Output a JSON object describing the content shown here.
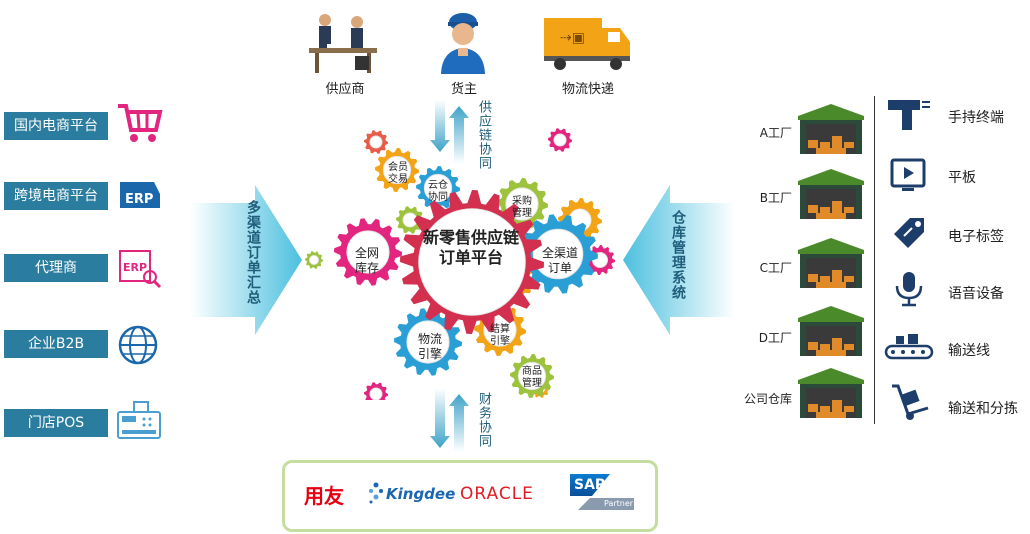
{
  "top_roles": [
    {
      "label": "供应商",
      "icon": "business-meeting-icon"
    },
    {
      "label": "货主",
      "icon": "worker-icon"
    },
    {
      "label": "物流快递",
      "icon": "delivery-truck-icon"
    }
  ],
  "left_channels": {
    "title": "多渠道订单汇总",
    "items": [
      {
        "label": "国内电商平台",
        "icon": "shopping-cart-icon"
      },
      {
        "label": "跨境电商平台",
        "icon": "erp-truck-icon"
      },
      {
        "label": "代理商",
        "icon": "erp-search-icon"
      },
      {
        "label": "企业B2B",
        "icon": "globe-icon"
      },
      {
        "label": "门店POS",
        "icon": "pos-register-icon"
      }
    ]
  },
  "center": {
    "title": "新零售供应链\n订单平台",
    "modules": [
      {
        "label": "会员\n交易"
      },
      {
        "label": "云仓\n协同"
      },
      {
        "label": "采购\n管理"
      },
      {
        "label": "全网\n库存"
      },
      {
        "label": "全渠道\n订单"
      },
      {
        "label": "物流\n引擎"
      },
      {
        "label": "结算\n引擎"
      },
      {
        "label": "商品\n管理"
      }
    ]
  },
  "top_flow_label": "供应链协同",
  "bottom_flow_label": "财务协同",
  "right_warehouse": {
    "title": "仓库管理系统",
    "factories": [
      "A工厂",
      "B工厂",
      "C工厂",
      "D工厂",
      "公司仓库"
    ]
  },
  "devices": [
    {
      "label": "手持终端",
      "icon": "handheld-scanner-icon"
    },
    {
      "label": "平板",
      "icon": "tablet-icon"
    },
    {
      "label": "电子标签",
      "icon": "electronic-tag-icon"
    },
    {
      "label": "语音设备",
      "icon": "microphone-icon"
    },
    {
      "label": "输送线",
      "icon": "conveyor-icon"
    },
    {
      "label": "输送和分拣",
      "icon": "hand-truck-icon"
    }
  ],
  "erp_logos": [
    {
      "label": "用友",
      "color": "#e60012"
    },
    {
      "label": "Kingdee",
      "color": "#1a66b3"
    },
    {
      "label": "ORACLE",
      "color": "#e21a22"
    },
    {
      "label": "SAP",
      "color": "#0a67b3",
      "sub": "Partner"
    }
  ],
  "colors": {
    "channel_bg": "#2a7d9e",
    "arrow": "#6ccde3",
    "logo_border": "#c5dd9f"
  }
}
